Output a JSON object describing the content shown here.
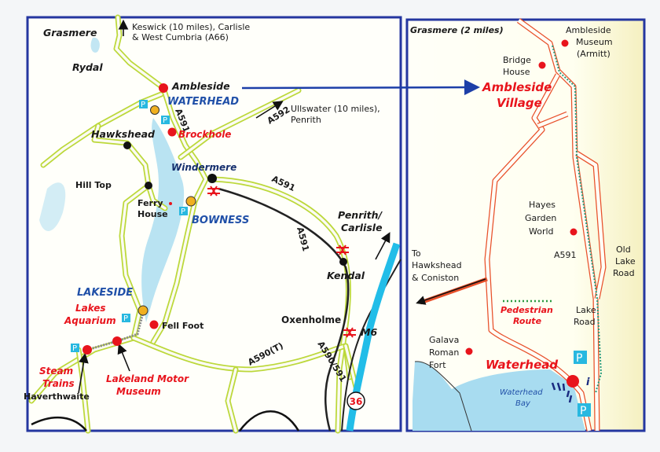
{
  "overview_map": {
    "places": {
      "grasmere": "Grasmere",
      "keswick_1": "Keswick (10 miles), Carlisle",
      "keswick_2": "& West Cumbria (A66)",
      "rydal": "Rydal",
      "ambleside": "Ambleside",
      "waterhead": "WATERHEAD",
      "brockhole": "Brockhole",
      "ullswater_1": "Ullswater (10 miles),",
      "ullswater_2": "Penrith",
      "hawkshead": "Hawkshead",
      "windermere": "Windermere",
      "hill_top": "Hill Top",
      "ferry_1": "Ferry",
      "ferry_2": "House",
      "bowness": "BOWNESS",
      "penrith_1": "Penrith/",
      "penrith_2": "Carlisle",
      "kendal": "Kendal",
      "lakeside": "LAKESIDE",
      "aquarium_1": "Lakes",
      "aquarium_2": "Aquarium",
      "fell_foot": "Fell Foot",
      "oxenholme": "Oxenholme",
      "steam_1": "Steam",
      "steam_2": "Trains",
      "haverthwaite": "Haverthwaite",
      "motor_1": "Lakeland Motor",
      "motor_2": "Museum"
    },
    "roads": {
      "a591_north": "A591",
      "a592": "A592",
      "a591_east": "A591",
      "a591_south": "A591",
      "a590t": "A590(T)",
      "a590_591": "A590/591",
      "m6": "M6",
      "junction": "36"
    },
    "parking_label": "P"
  },
  "detail_map": {
    "grasmere": "Grasmere (2 miles)",
    "museum": [
      "Ambleside",
      "Museum",
      "(Armitt)"
    ],
    "bridge_house": [
      "Bridge",
      "House"
    ],
    "village": [
      "Ambleside",
      "Village"
    ],
    "hayes": [
      "Hayes",
      "Garden",
      "World"
    ],
    "a591": "A591",
    "old_lake_road": [
      "Old",
      "Lake",
      "Road"
    ],
    "to_hawkshead": [
      "To",
      "Hawkshead",
      "& Coniston"
    ],
    "pedestrian": [
      "Pedestrian",
      "Route"
    ],
    "lake_road": [
      "Lake",
      "Road"
    ],
    "galava": [
      "Galava",
      "Roman",
      "Fort"
    ],
    "waterhead": "Waterhead",
    "bay": [
      "Waterhead",
      "Bay"
    ],
    "info_label": "i",
    "parking_label": "P"
  },
  "colors": {
    "road": "#bcd83a",
    "lake": "#a8dcf0",
    "m6": "#22bde8",
    "border": "#2436a0",
    "attraction": "#e8141c",
    "pier": "#f0b020"
  }
}
